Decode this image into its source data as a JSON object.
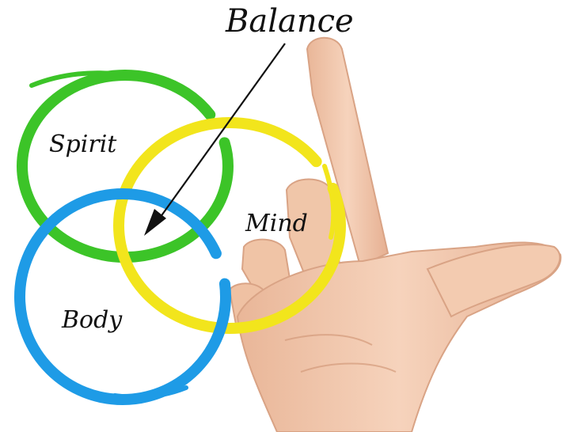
{
  "diagram": {
    "title": "Balance",
    "labels": {
      "spirit": "Spirit",
      "mind": "Mind",
      "body": "Body"
    },
    "colors": {
      "spirit": "#3cc428",
      "mind": "#f2e51c",
      "body": "#1e9be6",
      "arrow": "#111111",
      "skin": "#f1c7ab",
      "skin_shadow": "#d9a385"
    }
  }
}
